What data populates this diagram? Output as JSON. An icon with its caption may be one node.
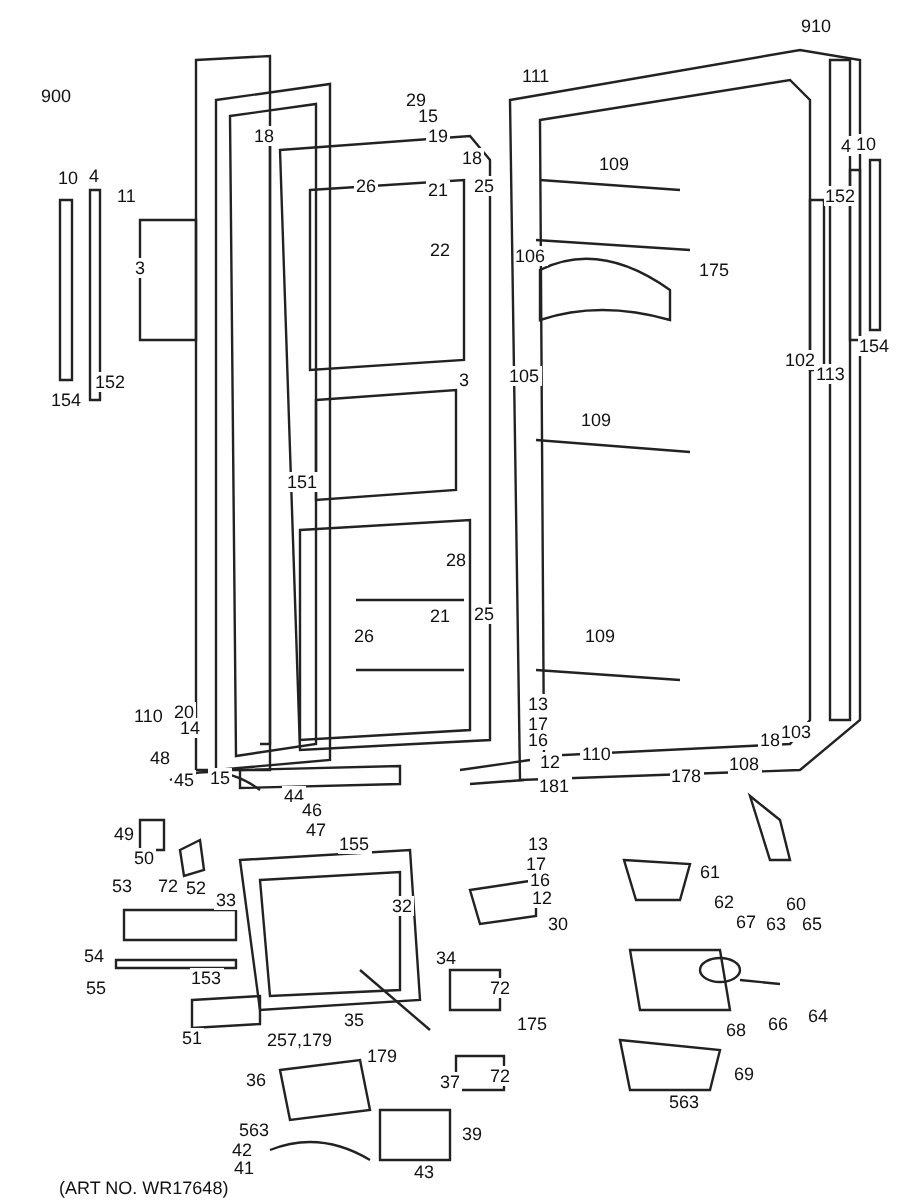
{
  "diagram": {
    "labels": [
      "910",
      "900",
      "111",
      "29",
      "15",
      "18",
      "19",
      "18",
      "10",
      "4",
      "11",
      "26",
      "21",
      "25",
      "109",
      "4",
      "10",
      "152",
      "175",
      "22",
      "106",
      "3",
      "3",
      "105",
      "152",
      "154",
      "102",
      "113",
      "154",
      "151",
      "28",
      "109",
      "25",
      "26",
      "21",
      "109",
      "103",
      "18",
      "110",
      "20",
      "14",
      "13",
      "17",
      "16",
      "12",
      "110",
      "178",
      "108",
      "181",
      "15",
      "48",
      "45",
      "44",
      "49",
      "46",
      "47",
      "155",
      "50",
      "53",
      "72",
      "52",
      "33",
      "32",
      "54",
      "34",
      "55",
      "153",
      "51",
      "35",
      "61",
      "62",
      "60",
      "67",
      "63",
      "65",
      "13",
      "17",
      "16",
      "12",
      "30",
      "72",
      "175",
      "72",
      "66",
      "64",
      "68",
      "69",
      "563",
      "257,179",
      "179",
      "36",
      "37",
      "563",
      "39",
      "42",
      "41",
      "43",
      "(ART NO. WR17648)"
    ]
  }
}
